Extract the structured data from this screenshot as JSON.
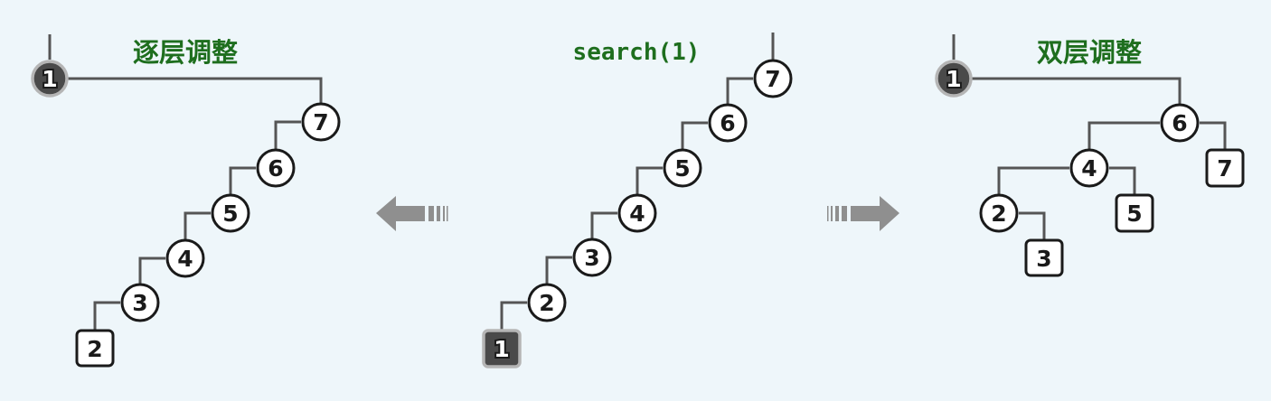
{
  "panels": {
    "left": {
      "title": "逐层调整"
    },
    "middle": {
      "title": "search(1)"
    },
    "right": {
      "title": "双层调整"
    }
  },
  "trees": {
    "left": {
      "node1": "1",
      "node7": "7",
      "node6": "6",
      "node5": "5",
      "node4": "4",
      "node3": "3",
      "node2": "2"
    },
    "middle": {
      "node7": "7",
      "node6": "6",
      "node5": "5",
      "node4": "4",
      "node3": "3",
      "node2": "2",
      "node1": "1"
    },
    "right": {
      "node1": "1",
      "node6": "6",
      "node4": "4",
      "node7": "7",
      "node2": "2",
      "node5": "5",
      "node3": "3"
    }
  },
  "colors": {
    "title": "#1e6e1e",
    "edge": "#555555",
    "node_fill": "#ffffff",
    "node_dark_fill": "#4a4a4a",
    "arrow": "#8f8f8f",
    "background": "#eef6fa"
  },
  "icons": {
    "left_arrow": "left-arrow-icon",
    "right_arrow": "right-arrow-icon"
  }
}
